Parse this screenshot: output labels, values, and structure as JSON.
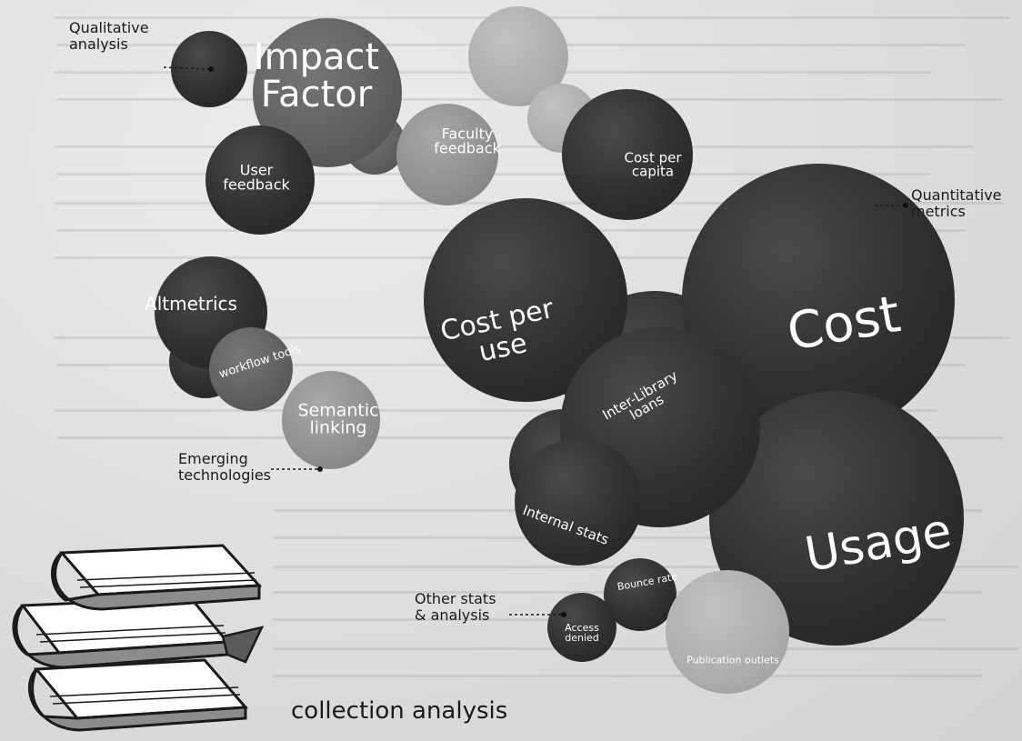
{
  "diagram": {
    "bubbles": [
      {
        "id": "impact-factor",
        "label": "Impact\nFactor"
      },
      {
        "id": "faculty-feedback",
        "label": "Faculty\nfeedback"
      },
      {
        "id": "user-feedback",
        "label": "User\nfeedback"
      },
      {
        "id": "cost-per-capita",
        "label": "Cost per\ncapita"
      },
      {
        "id": "altmetrics",
        "label": "Altmetrics"
      },
      {
        "id": "workflow-tools",
        "label": "workflow tools"
      },
      {
        "id": "semantic-linking",
        "label": "Semantic\nlinking"
      },
      {
        "id": "cost-per-use",
        "label": "Cost per\nuse"
      },
      {
        "id": "inter-library-loans",
        "label": "Inter-Library\nloans"
      },
      {
        "id": "cost",
        "label": "Cost"
      },
      {
        "id": "internal-stats",
        "label": "Internal stats"
      },
      {
        "id": "usage",
        "label": "Usage"
      },
      {
        "id": "bounce-rate",
        "label": "Bounce rate"
      },
      {
        "id": "access-denied",
        "label": "Access\ndenied"
      },
      {
        "id": "publication-outlets",
        "label": "Publication outlets"
      }
    ],
    "annotations": [
      {
        "id": "qualitative-analysis",
        "text": "Qualitative\nanalysis"
      },
      {
        "id": "quantitative-metrics",
        "text": "Quantitative\nmetrics"
      },
      {
        "id": "emerging-technologies",
        "text": "Emerging\ntechnologies"
      },
      {
        "id": "other-stats-analysis",
        "text": "Other stats\n& analysis"
      }
    ],
    "caption": "collection analysis",
    "icon": "stack-of-books-icon"
  }
}
